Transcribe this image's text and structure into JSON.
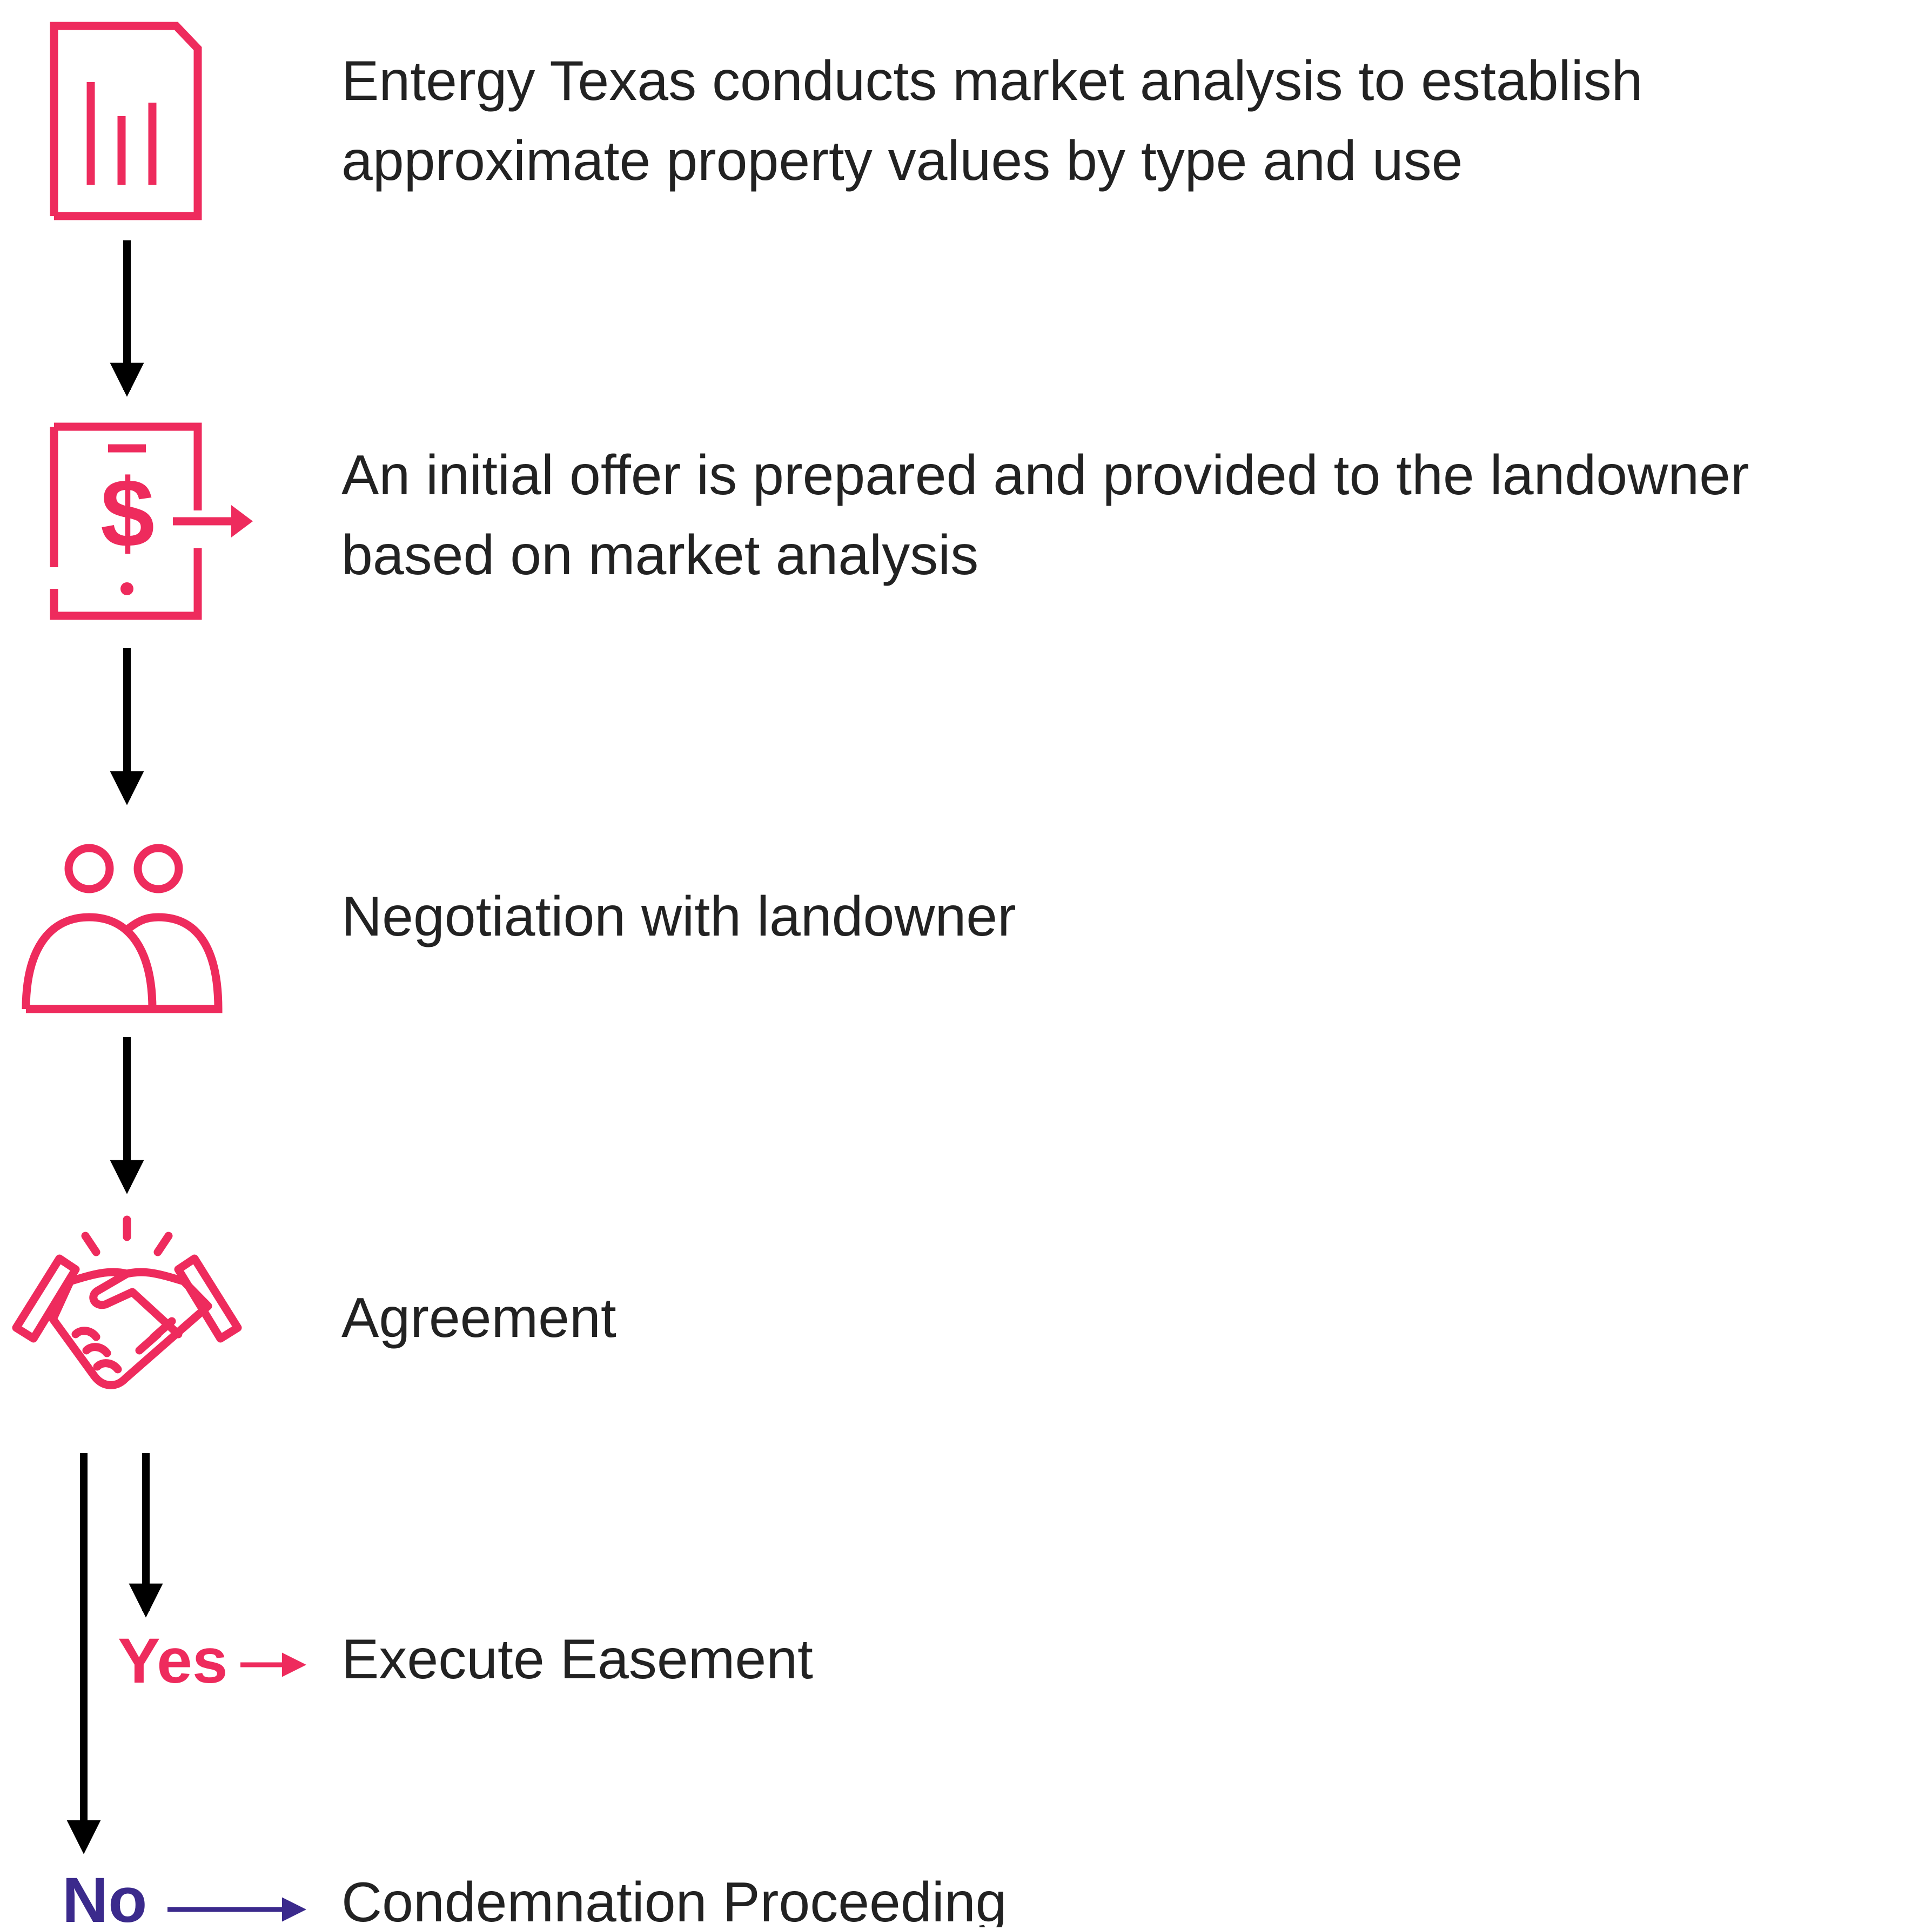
{
  "colors": {
    "accent": "#EE2B5D",
    "no_color": "#3B2A8C",
    "arrow": "#000000",
    "text": "#222222"
  },
  "steps": [
    {
      "icon": "report-chart-icon",
      "lines": [
        "Entergy Texas conducts market analysis to establish",
        "approximate property values by type and use"
      ]
    },
    {
      "icon": "dollar-offer-icon",
      "lines": [
        "An initial offer is prepared and provided to the landowner",
        "based on market analysis"
      ]
    },
    {
      "icon": "people-icon",
      "lines": [
        "Negotiation with landowner"
      ]
    },
    {
      "icon": "handshake-icon",
      "lines": [
        "Agreement"
      ]
    }
  ],
  "branches": {
    "yes": {
      "label": "Yes",
      "text": "Execute Easement"
    },
    "no": {
      "label": "No",
      "text": "Condemnation Proceeding"
    }
  }
}
